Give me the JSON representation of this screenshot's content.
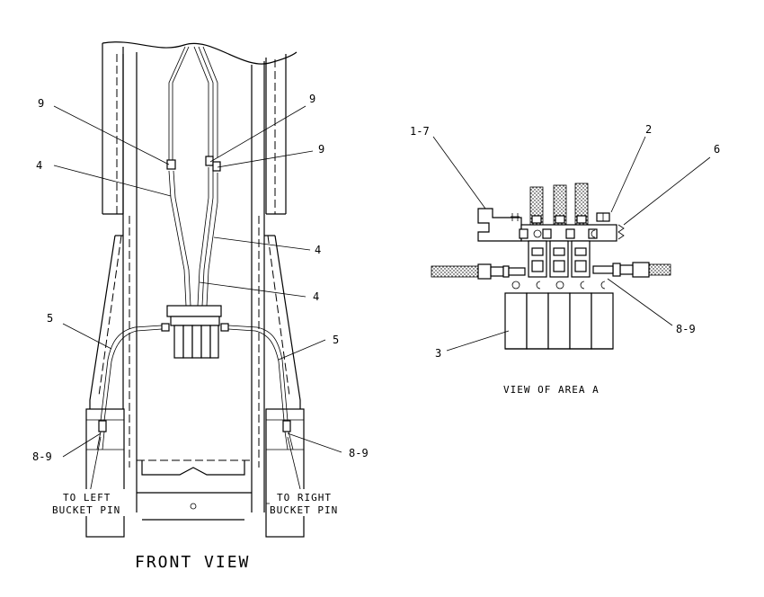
{
  "front_view": {
    "title": "FRONT VIEW",
    "callouts": {
      "c9_left": "9",
      "c9_right_top": "9",
      "c9_right_low": "9",
      "c4_left": "4",
      "c4_right_upper": "4",
      "c4_right_lower": "4",
      "c5_left": "5",
      "c5_right": "5",
      "c89_left": "8-9",
      "c89_right": "8-9"
    },
    "left_pin": {
      "line1": "TO LEFT",
      "line2": "BUCKET PIN"
    },
    "right_pin": {
      "line1": "TO RIGHT",
      "line2": "BUCKET PIN"
    }
  },
  "area_view": {
    "title": "VIEW OF AREA A",
    "callouts": {
      "c17": "1-7",
      "c2": "2",
      "c6": "6",
      "c89": "8-9",
      "c3": "3"
    }
  }
}
